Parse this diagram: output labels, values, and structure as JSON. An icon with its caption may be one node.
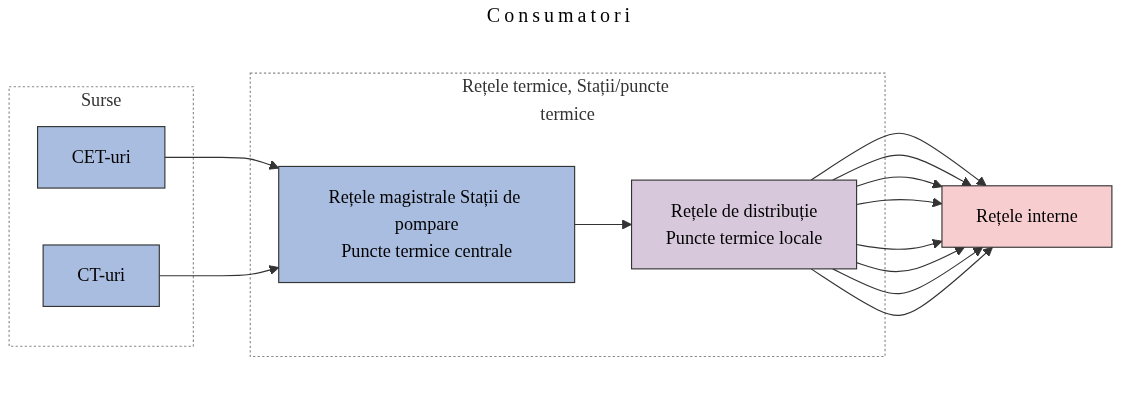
{
  "diagram": {
    "nodes": [
      {
        "text": [
          "Surse"
        ]
      },
      {
        "text": [
          "CET-uri"
        ],
        "in": 0
      },
      {
        "text": [
          "CT-uri"
        ],
        "in": 0
      },
      {
        "text": [
          "Rețele termice, Stații/puncte termice"
        ]
      },
      {
        "text": [
          "Rețele magistrale Stații de pompare",
          "Puncte termice centrale"
        ],
        "in": 3
      },
      {
        "text": [
          "Rețele de distribuție",
          "Puncte termice locale"
        ],
        "in": 3
      },
      {
        "text": [
          "Rețele interne"
        ]
      }
    ],
    "edges": [
      {
        "from": 1,
        "to": 4,
        "arrow": "to"
      },
      {
        "from": 2,
        "to": 4,
        "arrow": "to"
      },
      {
        "from": 4,
        "to": 5,
        "arrow": "to"
      },
      {
        "from": 5,
        "to": 6,
        "arrow": "to"
      },
      {
        "from": 5,
        "to": 6,
        "arrow": "to"
      },
      {
        "from": 5,
        "to": 6,
        "arrow": "to"
      },
      {
        "from": 5,
        "to": 6,
        "arrow": "to"
      },
      {
        "from": 5,
        "to": 6,
        "arrow": "to"
      },
      {
        "from": 5,
        "to": 6,
        "arrow": "to"
      },
      {
        "from": 5,
        "to": 6,
        "arrow": "to"
      },
      {
        "from": 5,
        "to": 6,
        "arrow": "to"
      }
    ],
    "labels": [
      "Consumatori"
    ]
  }
}
